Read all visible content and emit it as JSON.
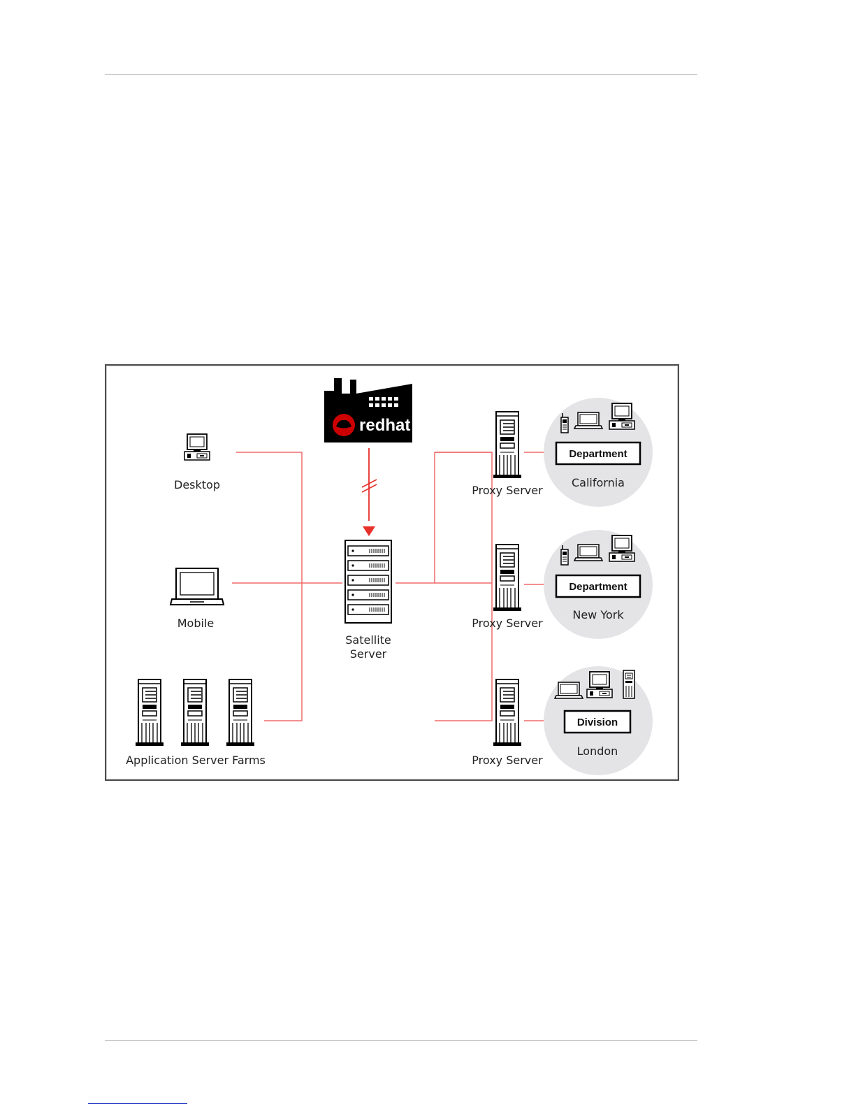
{
  "logo": {
    "text": "redhat"
  },
  "nodes": {
    "desktop": "Desktop",
    "mobile": "Mobile",
    "app_farms": "Application Server Farms",
    "satellite_line1": "Satellite",
    "satellite_line2": "Server"
  },
  "proxies": [
    {
      "label": "Proxy Server",
      "unit": "Department",
      "location": "California"
    },
    {
      "label": "Proxy Server",
      "unit": "Department",
      "location": "New York"
    },
    {
      "label": "Proxy Server",
      "unit": "Division",
      "location": "London"
    }
  ],
  "colors": {
    "link_line": "#f06a6a",
    "arrow": "#e8302a",
    "site_circle": "#e4e3e6",
    "logo_bg": "#000000",
    "logo_hat": "#cc0000"
  }
}
